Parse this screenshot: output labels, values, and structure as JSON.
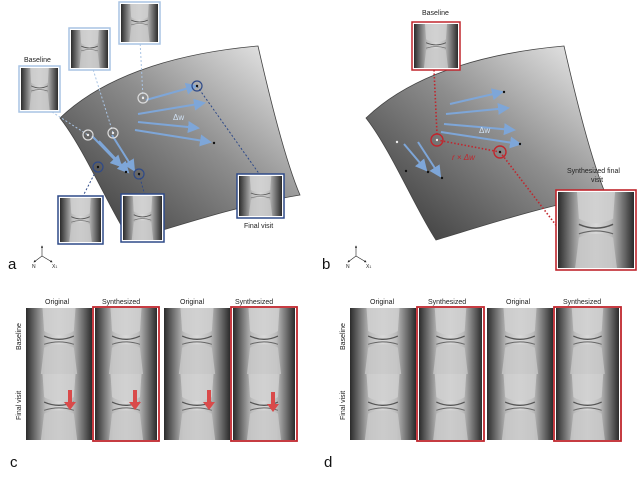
{
  "panels": {
    "a": {
      "letter": "a",
      "baseline_label": "Baseline",
      "final_label": "Final visit",
      "delta_label": "Δw"
    },
    "b": {
      "letter": "b",
      "baseline_label": "Baseline",
      "delta_label": "Δw",
      "scaled_label": "r × Δw",
      "synth_label": "Synthesized final visit"
    },
    "c": {
      "letter": "c",
      "columns": [
        "Original",
        "Synthesized",
        "Original",
        "Synthesized"
      ],
      "rows": [
        "Baseline",
        "Final visit"
      ]
    },
    "d": {
      "letter": "d",
      "columns": [
        "Original",
        "Synthesized",
        "Original",
        "Synthesized"
      ],
      "rows": [
        "Baseline",
        "Final visit"
      ]
    }
  },
  "axes": {
    "x_label": "X",
    "x_sub": "1",
    "n_label": "N"
  },
  "colors": {
    "manifold_dark": "#3a3a3a",
    "manifold_light": "#d8d8d8",
    "arrow_blue": "#7ea6d8",
    "frame_lightblue": "#a9c4e4",
    "frame_darkblue": "#2f4a88",
    "highlight_red": "#c0262d"
  }
}
